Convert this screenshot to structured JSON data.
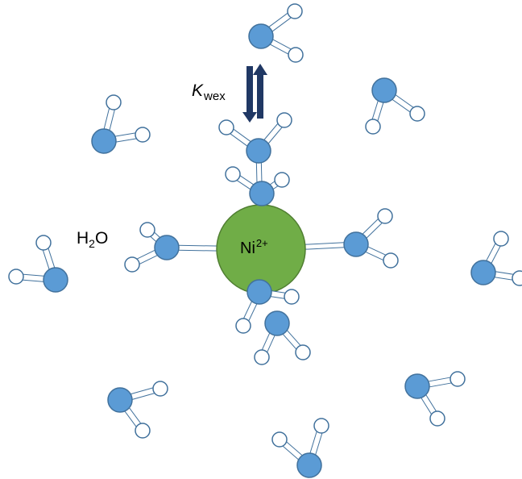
{
  "labels": {
    "rate_constant": {
      "symbol": "K",
      "subscript": "wex"
    },
    "water": {
      "prefix": "H",
      "subscript": "2",
      "suffix": "O"
    },
    "ion": {
      "symbol": "Ni",
      "charge": "2+"
    }
  },
  "colors": {
    "oxygen": "#5b9bd5",
    "oxygen_stroke": "#41719c",
    "hydrogen": "#ffffff",
    "hydrogen_stroke": "#41719c",
    "bond_stroke": "#41719c",
    "nickel": "#70ad47",
    "nickel_stroke": "#507e32",
    "arrow": "#203864"
  }
}
